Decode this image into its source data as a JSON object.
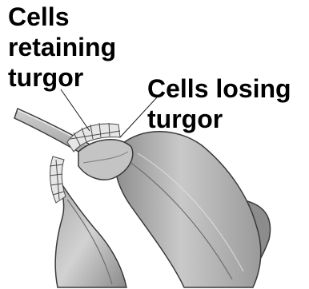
{
  "labels": {
    "retaining": {
      "line1": "Cells",
      "line2": "retaining",
      "line3": "turgor"
    },
    "losing": {
      "line1": "Cells losing",
      "line2": "turgor"
    }
  },
  "colors": {
    "leaflet_fill": "#bdbdbd",
    "leaflet_shade": "#8e8e8e",
    "leaflet_light": "#d9d9d9",
    "outline": "#3a3a3a",
    "pulvinus_cells": "#e6e6e6",
    "label_text": "#000000"
  }
}
